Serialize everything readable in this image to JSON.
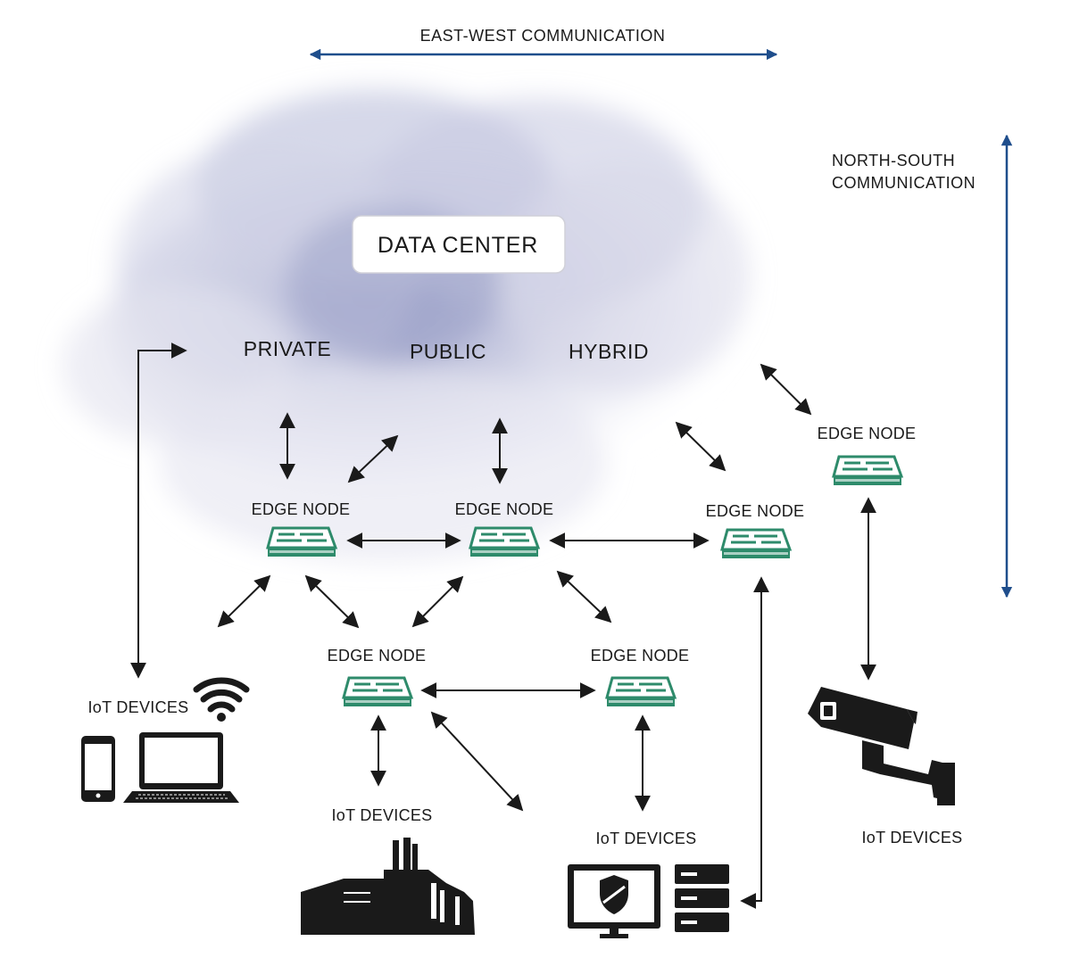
{
  "diagram": {
    "east_west_label": "EAST-WEST COMMUNICATION",
    "north_south_label_line1": "NORTH-SOUTH",
    "north_south_label_line2": "COMMUNICATION",
    "data_center_label": "DATA CENTER",
    "cloud_types": [
      "PRIVATE",
      "PUBLIC",
      "HYBRID"
    ],
    "edge_node_label": "EDGE NODE",
    "iot_devices_label": "IoT DEVICES",
    "colors": {
      "arrow_blue": "#1f4e8c",
      "edge_node_green": "#2e8b6b",
      "cloud_blue": "#9aa0c8",
      "black": "#1a1a1a"
    },
    "icons": [
      "wifi-icon",
      "smartphone-icon",
      "laptop-icon",
      "factory-icon",
      "monitor-shield-icon",
      "server-icon",
      "security-camera-icon",
      "edge-node-icon"
    ]
  }
}
